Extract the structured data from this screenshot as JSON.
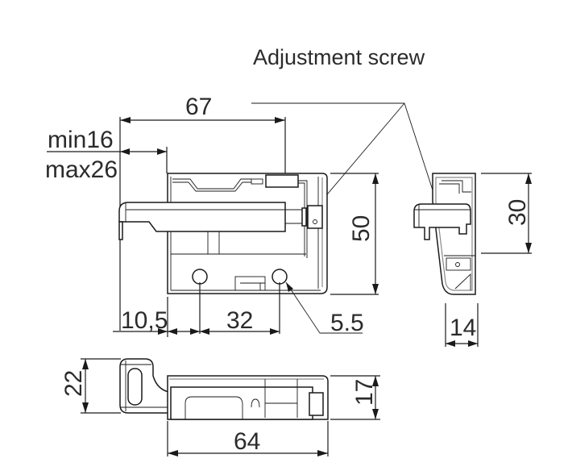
{
  "title": "Adjustment screw",
  "dimensions": {
    "overall_length": "67",
    "stroke_min": "min16",
    "stroke_max": "max26",
    "height": "50",
    "offset": "10,5",
    "hole_spacing": "32",
    "hole_diameter": "5.5",
    "side_height": "30",
    "side_width": "14",
    "bottom_arm_height": "22",
    "bottom_body_height": "17",
    "bottom_length": "64"
  },
  "views": [
    {
      "name": "front-view",
      "label": ""
    },
    {
      "name": "side-view",
      "label": ""
    },
    {
      "name": "bottom-view",
      "label": ""
    }
  ],
  "colors": {
    "line": "#1a1a1a",
    "text": "#2b2b2b",
    "background": "#ffffff"
  }
}
